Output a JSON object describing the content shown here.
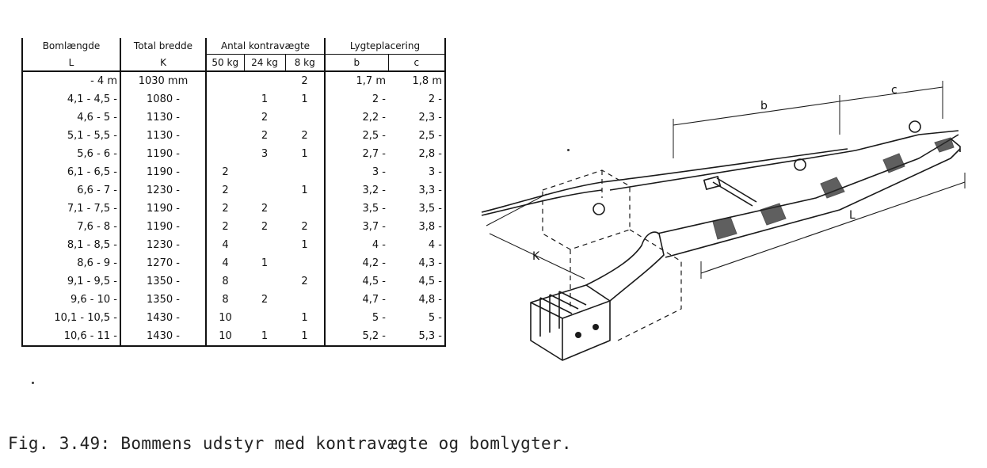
{
  "table": {
    "headers": {
      "col1": "Bomlængde",
      "col1_sub": "L",
      "col2": "Total bredde",
      "col2_sub": "K",
      "col3": "Antal kontravægte",
      "col3_sub": [
        "50 kg",
        "24 kg",
        "8 kg"
      ],
      "col4": "Lygteplacering",
      "col4_sub": [
        "b",
        "c"
      ]
    },
    "rows": [
      {
        "length": "- 4 m",
        "width": "1030 mm",
        "w50": "",
        "w24": "",
        "w8": "2",
        "b": "1,7 m",
        "c": "1,8 m"
      },
      {
        "length": "4,1 - 4,5 -",
        "width": "1080 -",
        "w50": "",
        "w24": "1",
        "w8": "1",
        "b": "2 -",
        "c": "2 -"
      },
      {
        "length": "4,6 - 5 -",
        "width": "1130 -",
        "w50": "",
        "w24": "2",
        "w8": "",
        "b": "2,2 -",
        "c": "2,3 -"
      },
      {
        "length": "5,1 - 5,5 -",
        "width": "1130 -",
        "w50": "",
        "w24": "2",
        "w8": "2",
        "b": "2,5 -",
        "c": "2,5 -"
      },
      {
        "length": "5,6 - 6 -",
        "width": "1190 -",
        "w50": "",
        "w24": "3",
        "w8": "1",
        "b": "2,7 -",
        "c": "2,8 -"
      },
      {
        "length": "6,1 - 6,5 -",
        "width": "1190 -",
        "w50": "2",
        "w24": "",
        "w8": "",
        "b": "3 -",
        "c": "3 -"
      },
      {
        "length": "6,6 - 7 -",
        "width": "1230 -",
        "w50": "2",
        "w24": "",
        "w8": "1",
        "b": "3,2 -",
        "c": "3,3 -"
      },
      {
        "length": "7,1 - 7,5 -",
        "width": "1190 -",
        "w50": "2",
        "w24": "2",
        "w8": "",
        "b": "3,5 -",
        "c": "3,5 -"
      },
      {
        "length": "7,6 - 8 -",
        "width": "1190 -",
        "w50": "2",
        "w24": "2",
        "w8": "2",
        "b": "3,7 -",
        "c": "3,8 -"
      },
      {
        "length": "8,1 - 8,5 -",
        "width": "1230 -",
        "w50": "4",
        "w24": "",
        "w8": "1",
        "b": "4 -",
        "c": "4 -"
      },
      {
        "length": "8,6 - 9 -",
        "width": "1270 -",
        "w50": "4",
        "w24": "1",
        "w8": "",
        "b": "4,2 -",
        "c": "4,3 -"
      },
      {
        "length": "9,1 - 9,5 -",
        "width": "1350 -",
        "w50": "8",
        "w24": "",
        "w8": "2",
        "b": "4,5 -",
        "c": "4,5 -"
      },
      {
        "length": "9,6 - 10 -",
        "width": "1350 -",
        "w50": "8",
        "w24": "2",
        "w8": "",
        "b": "4,7 -",
        "c": "4,8 -"
      },
      {
        "length": "10,1 - 10,5 -",
        "width": "1430 -",
        "w50": "10",
        "w24": "",
        "w8": "1",
        "b": "5 -",
        "c": "5 -"
      },
      {
        "length": "10,6 - 11 -",
        "width": "1430 -",
        "w50": "10",
        "w24": "1",
        "w8": "1",
        "b": "5,2 -",
        "c": "5,3 -"
      }
    ]
  },
  "drawing": {
    "labels": {
      "b": "b",
      "c": "c",
      "L": "L",
      "K": "K"
    }
  },
  "caption": "Fig. 3.49: Bommens udstyr med kontravægte og bomlygter."
}
